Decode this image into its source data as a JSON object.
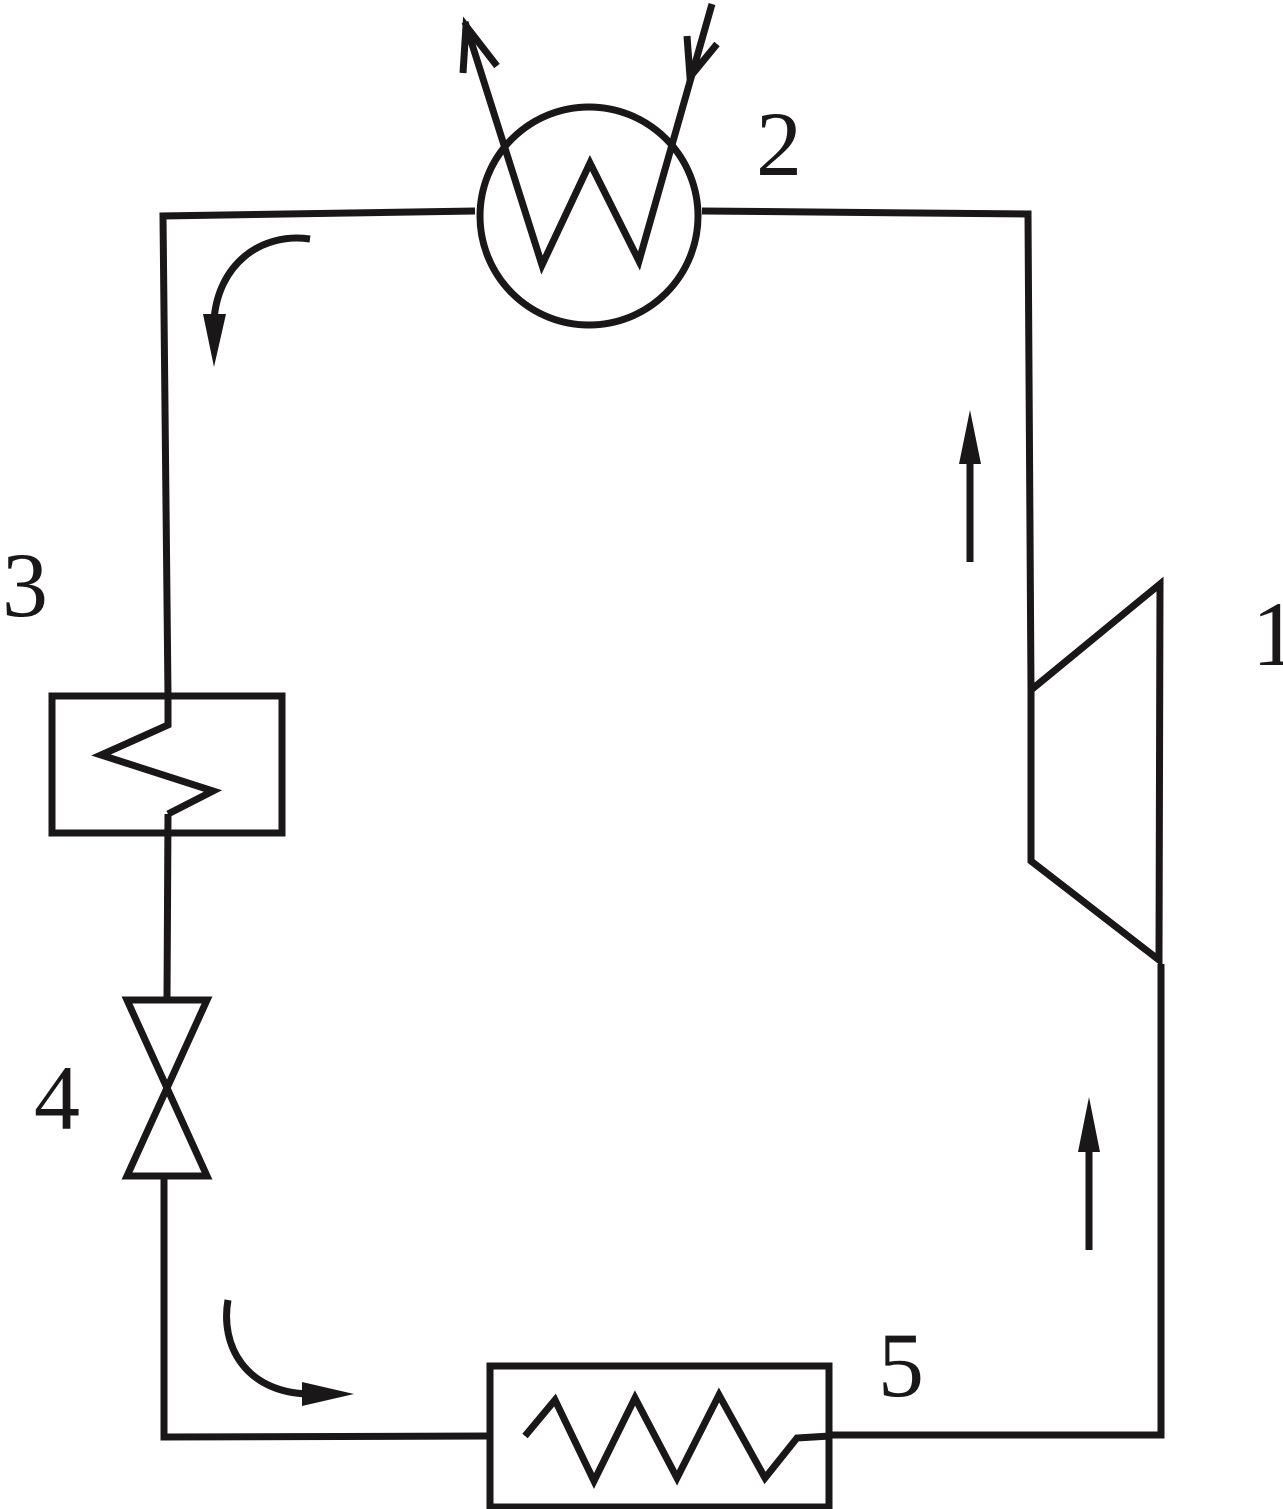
{
  "diagram": {
    "colors": {
      "line": "#1a1718",
      "background": "#ffffff"
    },
    "components": [
      {
        "id": "compressor",
        "label": "1"
      },
      {
        "id": "condenser",
        "label": "2"
      },
      {
        "id": "regenerator",
        "label": "3"
      },
      {
        "id": "throttle-valve",
        "label": "4"
      },
      {
        "id": "evaporator",
        "label": "5"
      }
    ]
  }
}
